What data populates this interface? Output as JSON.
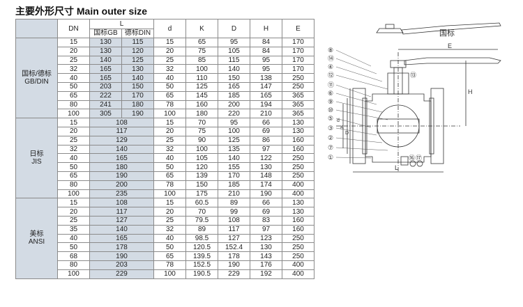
{
  "title": "主要外形尺寸 Main outer size",
  "headers": {
    "dn": "DN",
    "l": "L",
    "l_gb": "国标GB",
    "l_din": "德标DIN",
    "d": "d",
    "k": "K",
    "D": "D",
    "h": "H",
    "e": "E"
  },
  "groups": [
    {
      "label": [
        "国标/德标",
        "GB/DIN"
      ],
      "rows": [
        [
          "15",
          "130",
          "115",
          "15",
          "65",
          "95",
          "84",
          "170"
        ],
        [
          "20",
          "130",
          "120",
          "20",
          "75",
          "105",
          "84",
          "170"
        ],
        [
          "25",
          "140",
          "125",
          "25",
          "85",
          "115",
          "95",
          "170"
        ],
        [
          "32",
          "165",
          "130",
          "32",
          "100",
          "140",
          "95",
          "170"
        ],
        [
          "40",
          "165",
          "140",
          "40",
          "110",
          "150",
          "138",
          "250"
        ],
        [
          "50",
          "203",
          "150",
          "50",
          "125",
          "165",
          "147",
          "250"
        ],
        [
          "65",
          "222",
          "170",
          "65",
          "145",
          "185",
          "165",
          "365"
        ],
        [
          "80",
          "241",
          "180",
          "78",
          "160",
          "200",
          "194",
          "365"
        ],
        [
          "100",
          "305",
          "190",
          "100",
          "180",
          "220",
          "210",
          "365"
        ]
      ]
    },
    {
      "label": [
        "日标",
        "JIS"
      ],
      "rows": [
        [
          "15",
          "108",
          "15",
          "70",
          "95",
          "66",
          "130"
        ],
        [
          "20",
          "117",
          "20",
          "75",
          "100",
          "69",
          "130"
        ],
        [
          "25",
          "129",
          "25",
          "90",
          "125",
          "86",
          "160"
        ],
        [
          "32",
          "140",
          "32",
          "100",
          "135",
          "97",
          "160"
        ],
        [
          "40",
          "165",
          "40",
          "105",
          "140",
          "122",
          "250"
        ],
        [
          "50",
          "180",
          "50",
          "120",
          "155",
          "130",
          "250"
        ],
        [
          "65",
          "190",
          "65",
          "139",
          "170",
          "148",
          "250"
        ],
        [
          "80",
          "200",
          "78",
          "150",
          "185",
          "174",
          "400"
        ],
        [
          "100",
          "235",
          "100",
          "175",
          "210",
          "190",
          "400"
        ]
      ]
    },
    {
      "label": [
        "美标",
        "ANSI"
      ],
      "rows": [
        [
          "15",
          "108",
          "15",
          "60.5",
          "89",
          "66",
          "130"
        ],
        [
          "20",
          "117",
          "20",
          "70",
          "99",
          "69",
          "130"
        ],
        [
          "25",
          "127",
          "25",
          "79.5",
          "108",
          "83",
          "160"
        ],
        [
          "35",
          "140",
          "32",
          "89",
          "117",
          "97",
          "160"
        ],
        [
          "40",
          "165",
          "40",
          "98.5",
          "127",
          "123",
          "250"
        ],
        [
          "50",
          "178",
          "50",
          "120.5",
          "152.4",
          "130",
          "250"
        ],
        [
          "68",
          "190",
          "65",
          "139.5",
          "178",
          "143",
          "250"
        ],
        [
          "80",
          "203",
          "78",
          "152.5",
          "190",
          "176",
          "400"
        ],
        [
          "100",
          "229",
          "100",
          "190.5",
          "229",
          "192",
          "400"
        ]
      ]
    }
  ],
  "diagram": {
    "label_gb": "国标",
    "dims": {
      "e": "E",
      "h": "H",
      "l": "L",
      "d": "d",
      "k": "K",
      "D": "D"
    },
    "callouts_left": [
      "⑧",
      "⑭",
      "④",
      "⑫",
      "⑪",
      "⑥",
      "⑨",
      "⑩",
      "⑤",
      "③",
      "②",
      "⑦",
      "①"
    ],
    "callouts_right": [
      "⑬",
      "⑯",
      "⑰"
    ],
    "colors": {
      "table_gray": "#d3dbe4",
      "line": "#333333"
    }
  }
}
